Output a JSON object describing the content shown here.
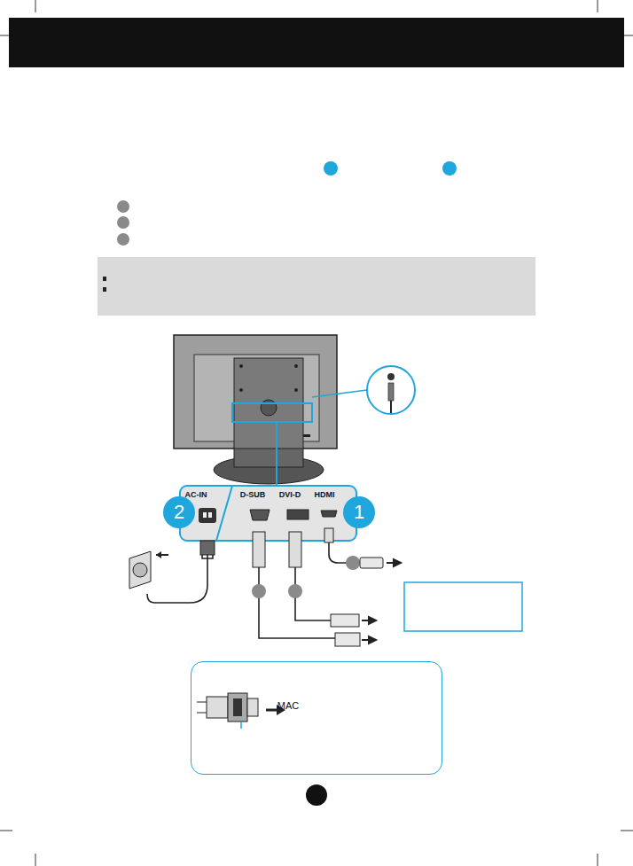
{
  "diagram": {
    "nodes": [
      {
        "text": [
          "AC-IN",
          "D-SUB",
          "DVI-D",
          "HDMI"
        ]
      },
      {
        "text": [
          "MAC"
        ]
      }
    ],
    "labels": [
      "2",
      "1"
    ]
  }
}
